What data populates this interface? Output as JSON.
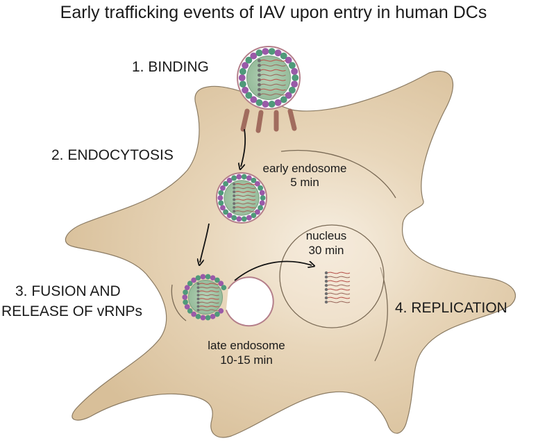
{
  "title": "Early trafficking events of IAV upon entry in human DCs",
  "steps": {
    "binding": "1. BINDING",
    "endocytosis": "2. ENDOCYTOSIS",
    "fusion_line1": "3. FUSION AND",
    "fusion_line2": "RELEASE OF vRNPs",
    "replication": "4. REPLICATION"
  },
  "labels": {
    "early_endosome": "early endosome",
    "early_time": "5 min",
    "nucleus": "nucleus",
    "nucleus_time": "30 min",
    "late_endosome": "late endosome",
    "late_time": "10-15 min"
  },
  "colors": {
    "cell_fill": "#dcc4a0",
    "cell_center": "#f6ecdc",
    "outline": "#7a6a55",
    "virus_green": "#4f9a7a",
    "virus_purple": "#9a5aa8",
    "receptor": "#b07a6a",
    "rna_gray": "#6f6f70",
    "rna_red": "#b9574f"
  }
}
